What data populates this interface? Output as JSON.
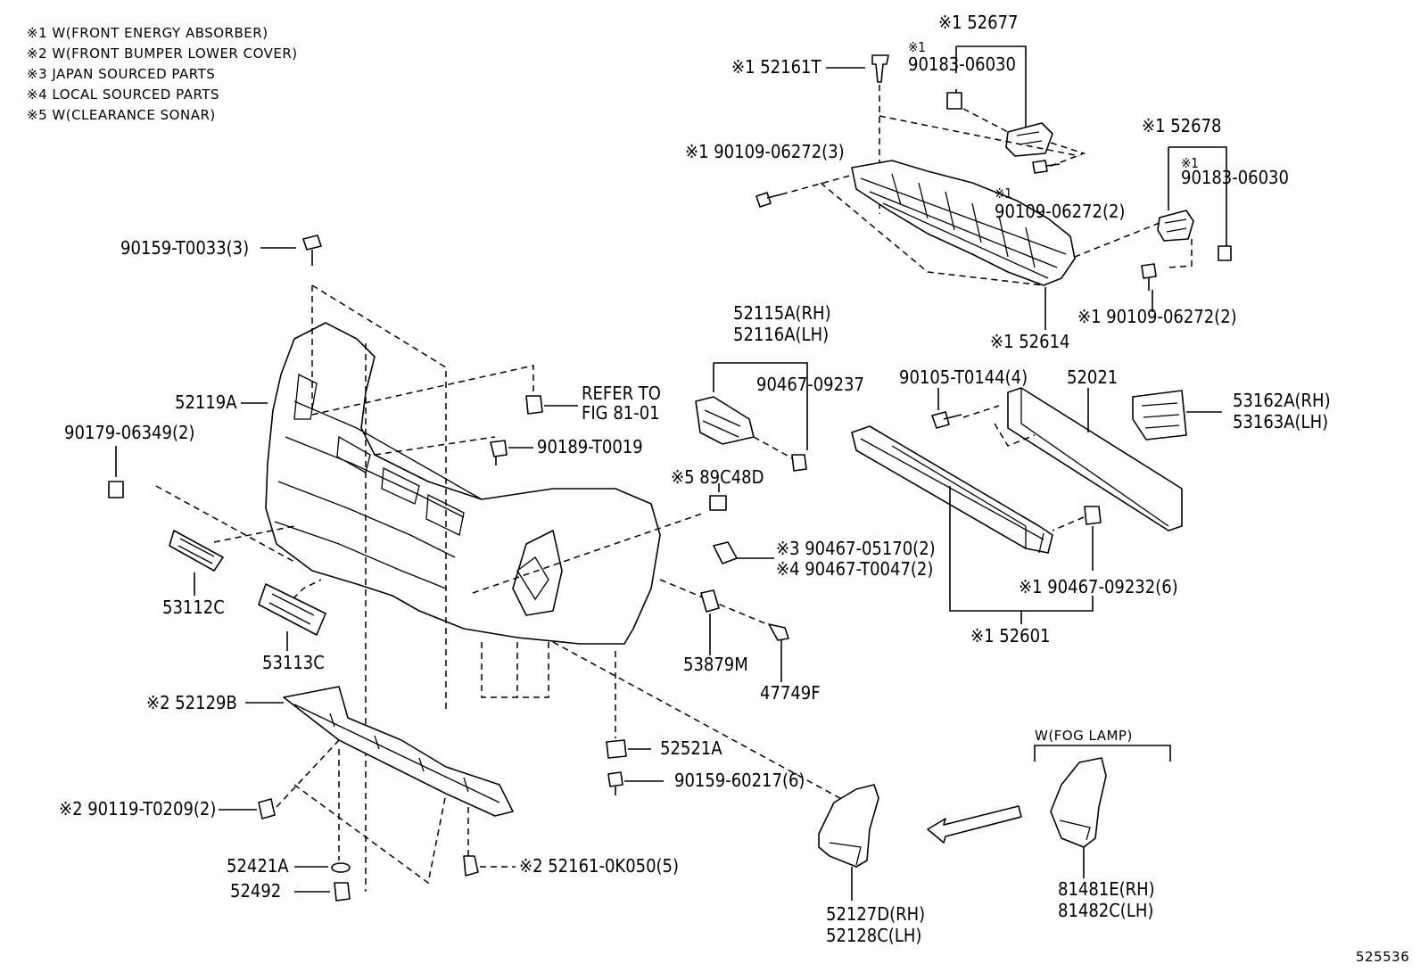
{
  "legend": [
    "※1 W(FRONT ENERGY ABSORBER)",
    "※2 W(FRONT BUMPER LOWER COVER)",
    "※3 JAPAN SOURCED PARTS",
    "※4 LOCAL SOURCED PARTS",
    "※5 W(CLEARANCE SONAR)"
  ],
  "labels": {
    "p52677": "※1 52677",
    "p90183a_mark": "※1",
    "p90183a": "90183-06030",
    "p52161T": "※1 52161T",
    "p90109a": "※1 90109-06272(3)",
    "p90109b_mark": "※1",
    "p90109b": "90109-06272(2)",
    "p52678": "※1 52678",
    "p90183b_mark": "※1",
    "p90183b": "90183-06030",
    "p90109c": "※1 90109-06272(2)",
    "p52614": "※1 52614",
    "p90159T": "90159-T0033(3)",
    "p52119A": "52119A",
    "p90179": "90179-06349(2)",
    "p52115A": "52115A(RH)",
    "p52116A": "52116A(LH)",
    "p90467_09237": "90467-09237",
    "refer1": "REFER TO",
    "refer2": "FIG 81-01",
    "p90189": "90189-T0019",
    "p89C48D": "※5 89C48D",
    "p90467_05170": "※3 90467-05170(2)",
    "p90467_T0047": "※4 90467-T0047(2)",
    "p90105": "90105-T0144(4)",
    "p52021": "52021",
    "p53162A": "53162A(RH)",
    "p53163A": "53163A(LH)",
    "p90467_09232": "※1 90467-09232(6)",
    "p52601": "※1 52601",
    "p53112C": "53112C",
    "p53113C": "53113C",
    "p53879M": "53879M",
    "p47749F": "47749F",
    "p52129B": "※2 52129B",
    "p52521A": "52521A",
    "p90159_60217": "90159-60217(6)",
    "p90119": "※2 90119-T0209(2)",
    "p52421A": "52421A",
    "p52161_0K050": "※2 52161-0K050(5)",
    "p52492": "52492",
    "fog_header": "W(FOG LAMP)",
    "p52127D": "52127D(RH)",
    "p52128C": "52128C(LH)",
    "p81481E": "81481E(RH)",
    "p81482C": "81482C(LH)",
    "diagram_id": "525536"
  }
}
